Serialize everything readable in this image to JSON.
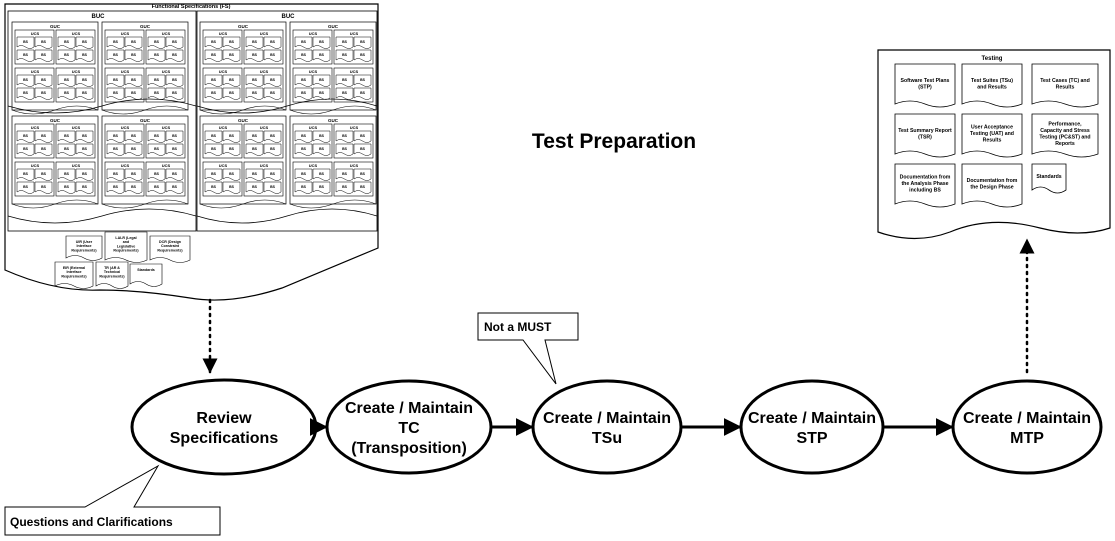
{
  "title": "Test Preparation",
  "fs_doc": {
    "title": "Functional Specifications (FS)",
    "buc_label": "BUC",
    "guc_label": "GUC",
    "ucs_label": "UCS",
    "bs_label": "BS",
    "bottom_docs": [
      "UIR (User Interface Requirements)",
      "LALR (Legal and Legislative Requirements)",
      "DCR (Design Constraint Requirements)",
      "EIR (External Interface Requirements)",
      "TR (AR & Technical Requirements)",
      "Standards"
    ]
  },
  "testing_doc": {
    "title": "Testing",
    "items": [
      "Software Test Plans (STP)",
      "Test Suites (TSu) and Results",
      "Test Cases (TC) and Results",
      "Test Summary Report (TSR)",
      "User Acceptance Testing (UAT) and Results",
      "Performance, Capacity and Stress Testing (PC&ST) and Reports",
      "Documentation from the Analysis Phase including BS",
      "Documentation from the Design Phase",
      "Standards"
    ]
  },
  "steps": [
    {
      "lines": [
        "Review",
        "Specifications"
      ]
    },
    {
      "lines": [
        "Create / Maintain",
        "TC",
        "(Transposition)"
      ]
    },
    {
      "lines": [
        "Create / Maintain",
        "TSu"
      ]
    },
    {
      "lines": [
        "Create / Maintain",
        "STP"
      ]
    },
    {
      "lines": [
        "Create / Maintain",
        "MTP"
      ]
    }
  ],
  "callouts": {
    "not_a_must": "Not a MUST",
    "questions": "Questions and Clarifications"
  }
}
